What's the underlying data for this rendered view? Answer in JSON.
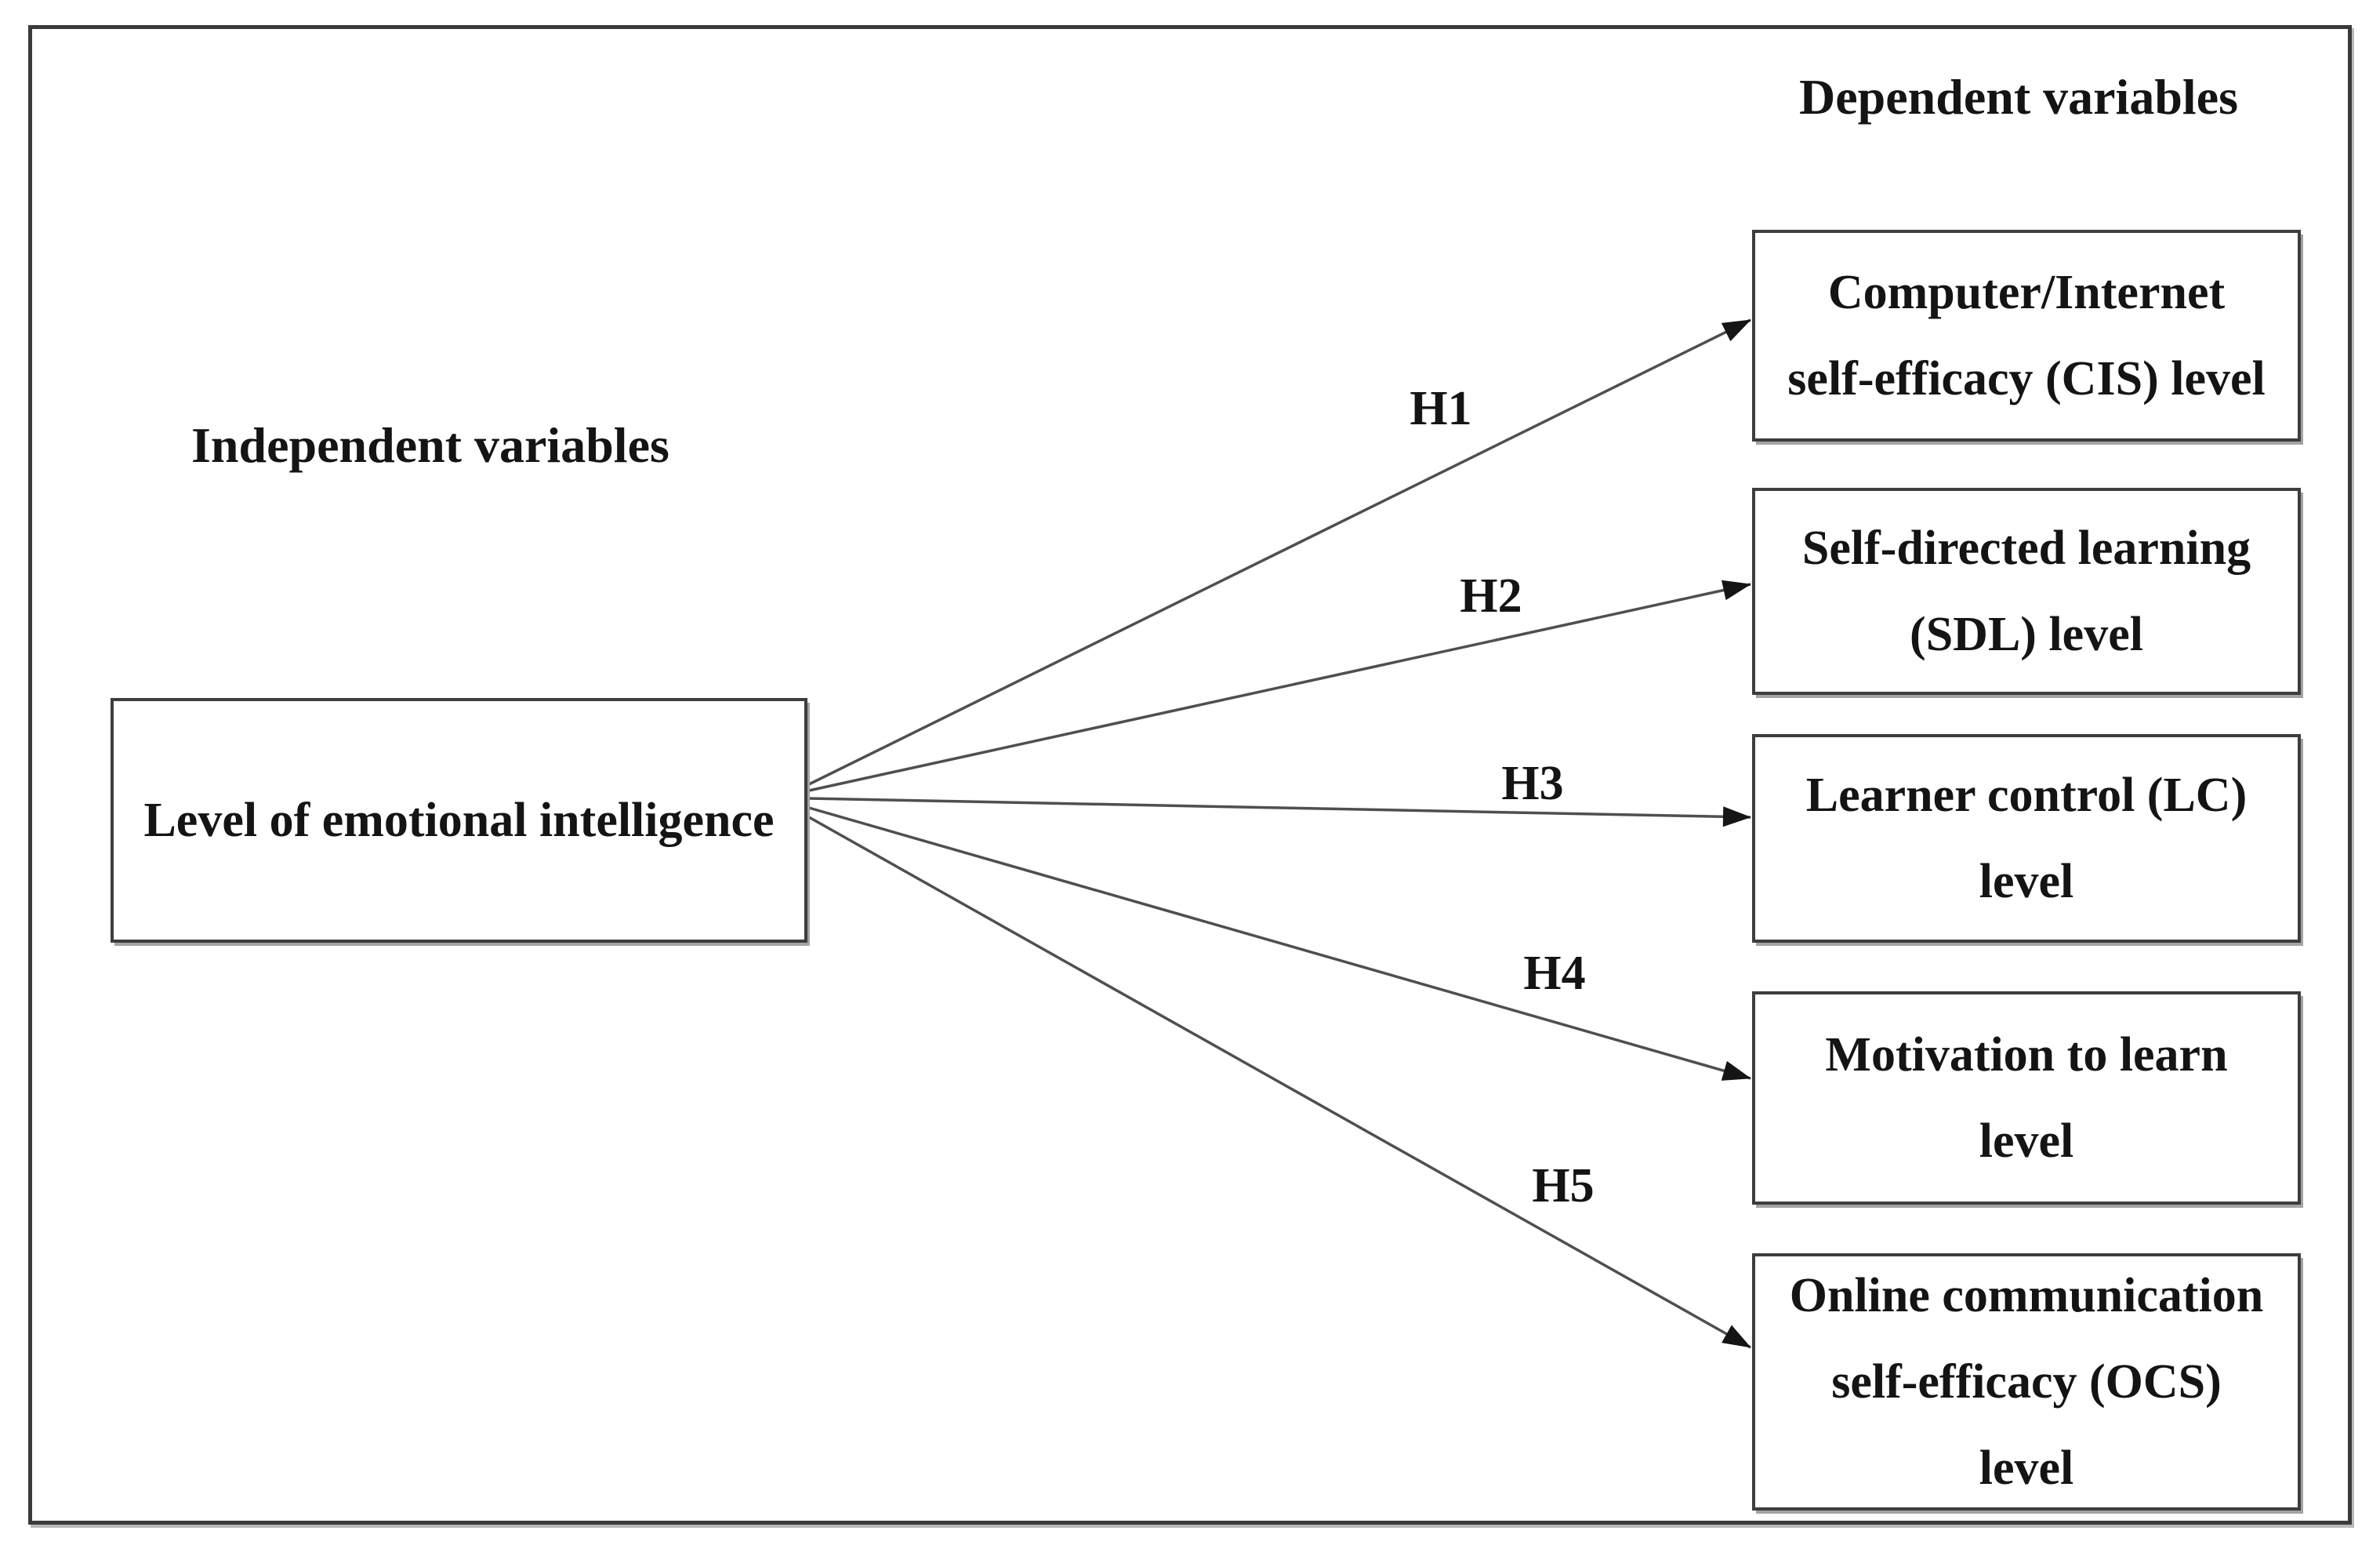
{
  "figure": {
    "headings": {
      "independent": "Independent variables",
      "dependent": "Dependent variables"
    },
    "independent_variable": {
      "label": "Level of emotional intelligence"
    },
    "dependent_variables": [
      {
        "label": "Computer/Internet\nself-efficacy (CIS) level"
      },
      {
        "label": "Self-directed learning\n(SDL) level"
      },
      {
        "label": "Learner control (LC)\nlevel"
      },
      {
        "label": "Motivation to learn\nlevel"
      },
      {
        "label": "Online communication\nself-efficacy (OCS)\nlevel"
      }
    ],
    "hypotheses": [
      {
        "label": "H1"
      },
      {
        "label": "H2"
      },
      {
        "label": "H3"
      },
      {
        "label": "H4"
      },
      {
        "label": "H5"
      }
    ],
    "colors": {
      "background": "#ffffff",
      "frame_border": "#3a3a3a",
      "box_border": "#3d3d3d",
      "box_shadow": "#a3a3a3",
      "arrow_line": "#4f4f4f",
      "arrow_head": "#151515",
      "text": "#141414"
    }
  }
}
